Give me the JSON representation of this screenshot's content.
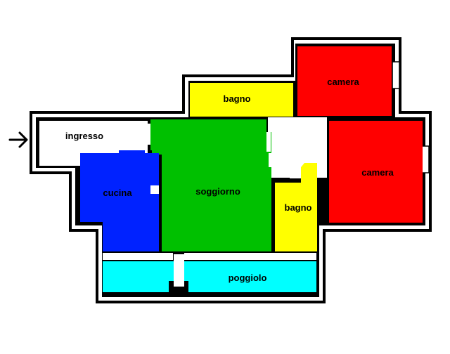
{
  "colors": {
    "wall": "#000000",
    "floor": "#ffffff",
    "camera": "#ff0000",
    "bagno": "#ffff00",
    "soggiorno": "#00c000",
    "cucina": "#0022ff",
    "poggiolo": "#00ffff",
    "ingresso": "#ffffff"
  },
  "rooms": {
    "camera_top": "camera",
    "camera_right": "camera",
    "bagno_top": "bagno",
    "bagno_center": "bagno",
    "ingresso": "ingresso",
    "cucina": "cucina",
    "soggiorno": "soggiorno",
    "poggiolo": "poggiolo"
  },
  "entrance_icon": "arrow-right-icon"
}
